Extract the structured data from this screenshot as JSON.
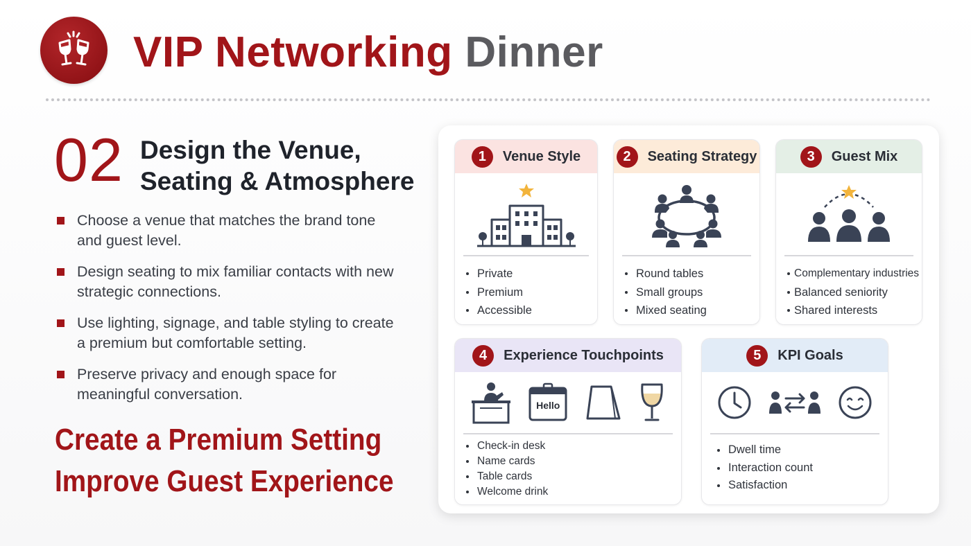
{
  "header": {
    "title_primary": "VIP Networking",
    "title_secondary": "Dinner",
    "logo_icon": "champagne-toast-icon"
  },
  "section": {
    "number": "02",
    "heading_line1": "Design the Venue,",
    "heading_line2": "Seating & Atmosphere"
  },
  "bullets": [
    "Choose a venue that matches the brand tone and guest level.",
    "Design seating to mix familiar contacts with new strategic connections.",
    "Use lighting, signage, and table styling to create a premium but comfortable setting.",
    "Preserve privacy and enough space for meaningful conversation."
  ],
  "tagline": {
    "line1": "Create a Premium Setting",
    "line2": "Improve Guest Experience"
  },
  "cards": [
    {
      "number": "1",
      "title": "Venue Style",
      "header_color": "#fbe3e1",
      "icon": "venue-building-icon",
      "items": [
        "Private",
        "Premium",
        "Accessible"
      ]
    },
    {
      "number": "2",
      "title": "Seating Strategy",
      "header_color": "#fdebd9",
      "icon": "round-table-seating-icon",
      "items": [
        "Round tables",
        "Small groups",
        "Mixed seating"
      ]
    },
    {
      "number": "3",
      "title": "Guest Mix",
      "header_color": "#e4efe6",
      "icon": "guest-group-icon",
      "items": [
        "Complementary industries",
        "Balanced seniority",
        "Shared interests"
      ]
    },
    {
      "number": "4",
      "title": "Experience Touchpoints",
      "header_color": "#e9e5f6",
      "icons": [
        "check-in-desk-icon",
        "name-card-icon",
        "table-card-icon",
        "wine-glass-icon"
      ],
      "name_card_text": "Hello",
      "items": [
        "Check-in desk",
        "Name cards",
        "Table cards",
        "Welcome drink"
      ]
    },
    {
      "number": "5",
      "title": "KPI Goals",
      "header_color": "#e2ecf7",
      "icons": [
        "clock-icon",
        "interaction-exchange-icon",
        "smiley-face-icon"
      ],
      "items": [
        "Dwell time",
        "Interaction count",
        "Satisfaction"
      ]
    }
  ],
  "colors": {
    "brand_red": "#a11519",
    "title_grey": "#5b5b5f",
    "icon_navy": "#3a4356",
    "star_gold": "#f2b43c"
  }
}
